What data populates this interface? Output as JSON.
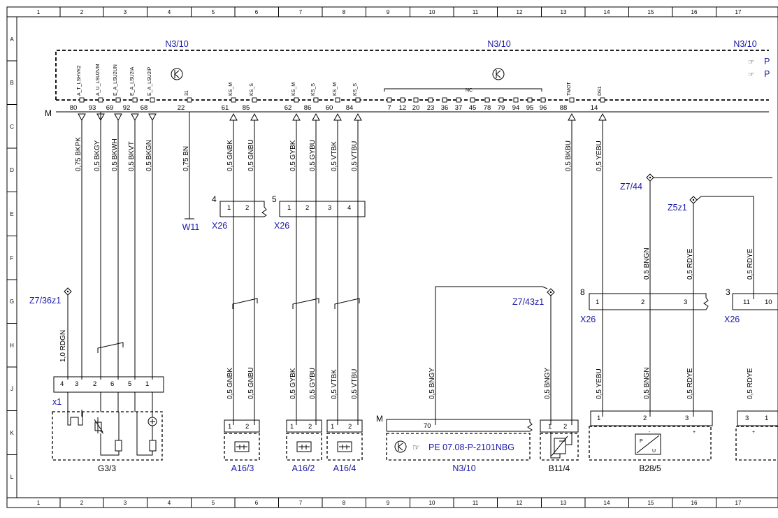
{
  "grid": {
    "cols": [
      "1",
      "2",
      "3",
      "4",
      "5",
      "6",
      "7",
      "8",
      "9",
      "10",
      "11",
      "12",
      "13",
      "14",
      "15",
      "16",
      "17"
    ],
    "rows": [
      "A",
      "B",
      "C",
      "D",
      "E",
      "F",
      "G",
      "H",
      "J",
      "K",
      "L"
    ]
  },
  "ecu": {
    "label_left": "N3/10",
    "label_mid": "N3/10",
    "label_right": "N3/10",
    "label_bottom": "N3/10",
    "ref_text": "PE 07.08-P-2101NBG",
    "ground_mark": "M",
    "ground_mark_lower": "M",
    "nc_label": "NC",
    "right_ref_1": "P",
    "right_ref_2": "P"
  },
  "pins_top": [
    {
      "num": "80",
      "sig": "A_T_LSHVK2"
    },
    {
      "num": "93",
      "sig": "A_U_LSU2VM"
    },
    {
      "num": "69",
      "sig": "E_A_LSU2UN"
    },
    {
      "num": "92",
      "sig": "E_A_LSU2IA"
    },
    {
      "num": "68",
      "sig": "E_A_LSU2IP"
    },
    {
      "num": "22",
      "sig": "31"
    },
    {
      "num": "61",
      "sig": "KS_M"
    },
    {
      "num": "85",
      "sig": "KS_S"
    },
    {
      "num": "62",
      "sig": "KS_M"
    },
    {
      "num": "86",
      "sig": "KS_S"
    },
    {
      "num": "60",
      "sig": "KS_M"
    },
    {
      "num": "84",
      "sig": "KS_S"
    },
    {
      "num": "88",
      "sig": "TMOT"
    },
    {
      "num": "14",
      "sig": "DS1"
    }
  ],
  "nc_pins": [
    "7",
    "12",
    "20",
    "23",
    "36",
    "37",
    "45",
    "78",
    "79",
    "94",
    "95",
    "96"
  ],
  "wires_top": [
    "0,75 BKPK",
    "0,5 BKGY",
    "0,5 BKWH",
    "0,5 BKVT",
    "0,5 BKGN",
    "0,75 BN",
    "0,5 GNBK",
    "0,5 GNBU",
    "0,5 GYBK",
    "0,5 GYBU",
    "0,5 VTBK",
    "0,5 VTBU",
    "0,5 BKBU",
    "0,5 YEBU"
  ],
  "wires_lower": [
    "1,0 RDGN",
    "0,5 GNBK",
    "0,5 GNBU",
    "0,5 GYBK",
    "0,5 GYBU",
    "0,5 VTBK",
    "0,5 VTBU",
    "0,5 BNGY",
    "0,5 BNGY",
    "0,5 YEBU",
    "0,5 BNGN",
    "0,5 RDYE",
    "0,5 RDYE"
  ],
  "wires_mid": [
    "0,5 BNGN",
    "0,5 RDYE",
    "0,5 RDYE"
  ],
  "connectors": {
    "x26_a_num": "4",
    "x26_a_label": "X26",
    "x26_a_pins": [
      "1",
      "2"
    ],
    "x26_b_num": "5",
    "x26_b_label": "X26",
    "x26_b_pins": [
      "1",
      "2",
      "3",
      "4"
    ],
    "x26_c_num": "8",
    "x26_c_label": "X26",
    "x26_c_pins": [
      "1",
      "2",
      "3"
    ],
    "x26_d_num": "3",
    "x26_d_label": "X26",
    "x26_d_pins": [
      "11",
      "10"
    ],
    "x1_label": "x1",
    "x1_pins": [
      "4",
      "3",
      "2",
      "6",
      "5",
      "1"
    ]
  },
  "splices": {
    "z7_36": "Z7/36z1",
    "z7_44": "Z7/44",
    "z5": "Z5z1",
    "z7_43": "Z7/43z1"
  },
  "components": {
    "w11": "W11",
    "g3": "G3/3",
    "a16_3": "A16/3",
    "a16_2": "A16/2",
    "a16_4": "A16/4",
    "b11": "B11/4",
    "b28": "B28/5",
    "ecu_pin70": "70",
    "b11_pins": [
      "1",
      "2"
    ],
    "b28_pins": [
      "1",
      "2",
      "3"
    ],
    "right_pins": [
      "3",
      "1"
    ],
    "a16_pins": [
      "1",
      "2"
    ],
    "b28_minus": "-",
    "b28_plus": "+",
    "right_plus": "+",
    "b28_p": "P",
    "b28_u": "U"
  }
}
